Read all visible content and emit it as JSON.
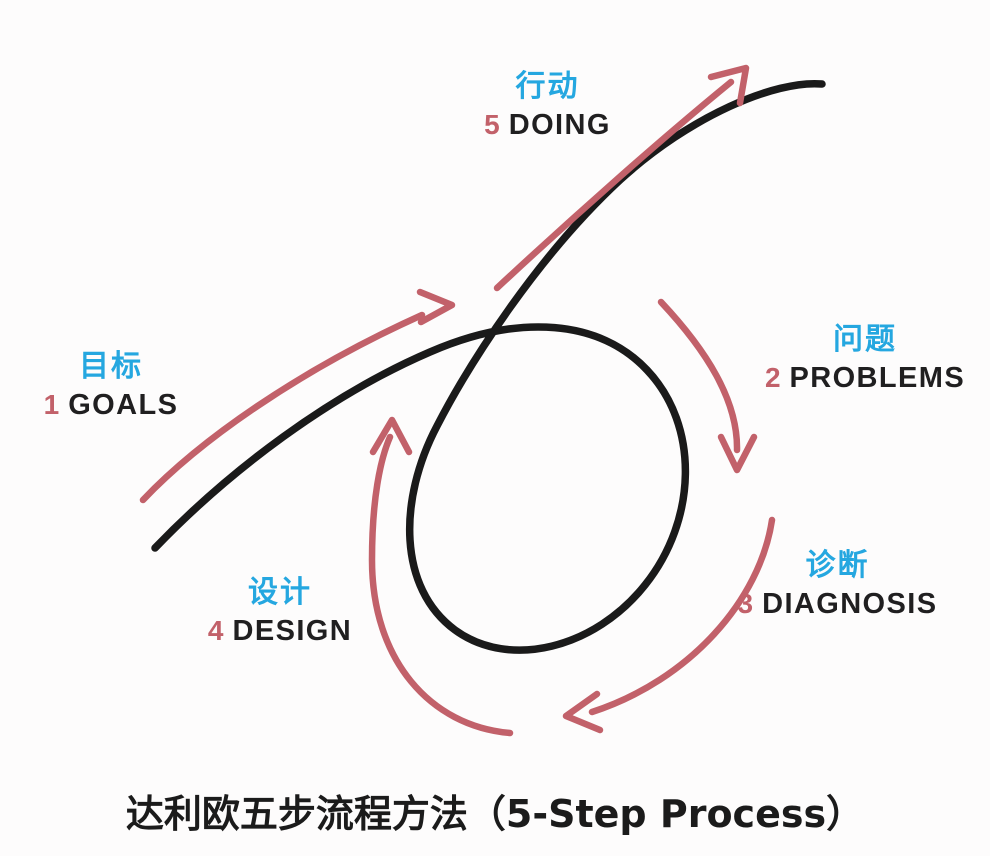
{
  "title": "达利欧五步流程方法（5-Step Process）",
  "background_color": "#fdfcfc",
  "colors": {
    "cn_label": "#25a7e0",
    "number": "#c2616a",
    "en_label": "#201f20",
    "arrow": "#c2616a",
    "spiral": "#1a1a1a",
    "title": "#1b1b1b"
  },
  "chart_data": {
    "type": "diagram",
    "title": "达利欧五步流程方法（5-Step Process）",
    "subtype": "spiral-loop-process",
    "steps": [
      {
        "number": "1",
        "cn": "目标",
        "en": "GOALS"
      },
      {
        "number": "2",
        "cn": "问题",
        "en": "PROBLEMS"
      },
      {
        "number": "3",
        "cn": "诊断",
        "en": "DIAGNOSIS"
      },
      {
        "number": "4",
        "cn": "设计",
        "en": "DESIGN"
      },
      {
        "number": "5",
        "cn": "行动",
        "en": "DOING"
      }
    ],
    "legend": [],
    "annotations": [
      "Black looping spiral line rising from lower-left to upper-right",
      "Five red curved arrows indicating the cyclical order 1 to 5"
    ]
  },
  "steps": [
    {
      "number": "1",
      "cn": "目标",
      "en": "GOALS"
    },
    {
      "number": "2",
      "cn": "问题",
      "en": "PROBLEMS"
    },
    {
      "number": "3",
      "cn": "诊断",
      "en": "DIAGNOSIS"
    },
    {
      "number": "4",
      "cn": "设计",
      "en": "DESIGN"
    },
    {
      "number": "5",
      "cn": "行动",
      "en": "DOING"
    }
  ]
}
